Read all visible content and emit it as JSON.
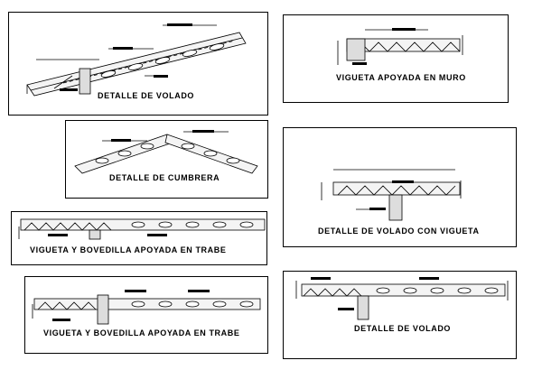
{
  "panels": [
    {
      "id": "detalle-volado-1",
      "caption": "DETALLE  DE  VOLADO"
    },
    {
      "id": "vigueta-apoyada-muro",
      "caption": "VIGUETA  APOYADA  EN  MURO"
    },
    {
      "id": "detalle-cumbrera",
      "caption": "DETALLE  DE  CUMBRERA"
    },
    {
      "id": "detalle-volado-vigueta",
      "caption": "DETALLE  DE  VOLADO  CON  VIGUETA"
    },
    {
      "id": "vigueta-bovedilla-trabe-1",
      "caption": "VIGUETA  Y  BOVEDILLA  APOYADA  EN  TRABE"
    },
    {
      "id": "vigueta-bovedilla-trabe-2",
      "caption": "VIGUETA  Y  BOVEDILLA  APOYADA  EN  TRABE"
    },
    {
      "id": "detalle-volado-2",
      "caption": "DETALLE  DE  VOLADO"
    }
  ]
}
